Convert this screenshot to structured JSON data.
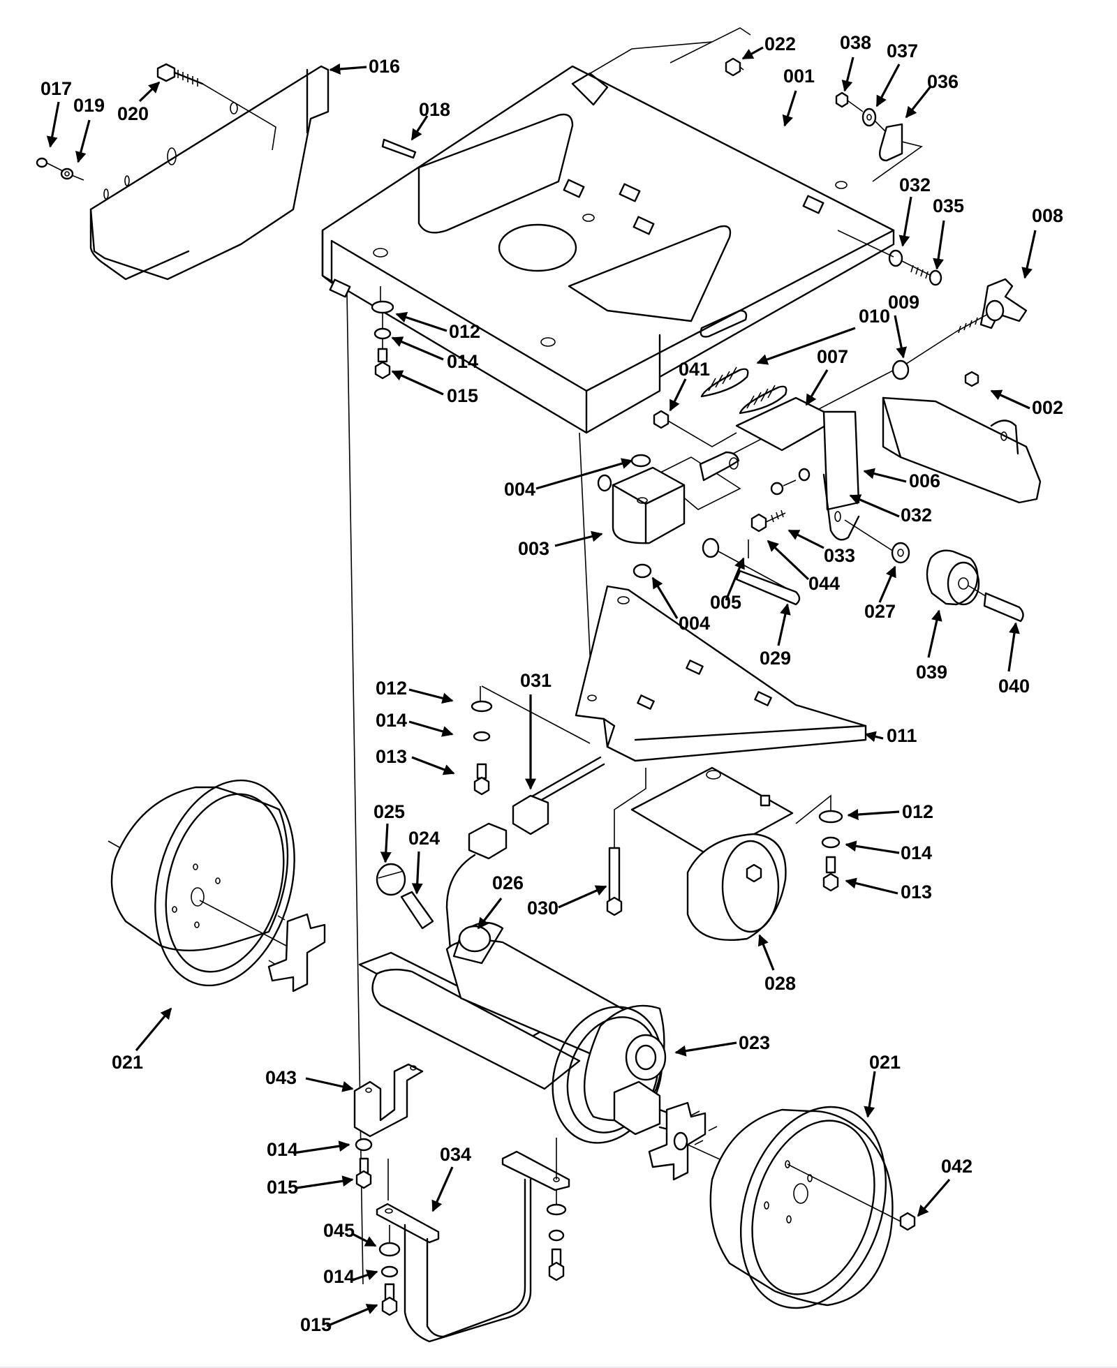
{
  "diagram": {
    "title": "Exploded parts diagram - chassis, wheels and motor assembly",
    "colors": {
      "line": "#000000",
      "background": "#ffffff"
    },
    "callouts": [
      {
        "id": "c017",
        "label": "017",
        "part": "screw"
      },
      {
        "id": "c019",
        "label": "019",
        "part": "washer"
      },
      {
        "id": "c020",
        "label": "020",
        "part": "hex-bolt"
      },
      {
        "id": "c016",
        "label": "016",
        "part": "side-guard-bracket"
      },
      {
        "id": "c018",
        "label": "018",
        "part": "pin"
      },
      {
        "id": "c022",
        "label": "022",
        "part": "hex-nut"
      },
      {
        "id": "c038",
        "label": "038",
        "part": "hex-nut"
      },
      {
        "id": "c037",
        "label": "037",
        "part": "washer"
      },
      {
        "id": "c036",
        "label": "036",
        "part": "clip"
      },
      {
        "id": "c001",
        "label": "001",
        "part": "main-chassis-plate"
      },
      {
        "id": "c032a",
        "label": "032",
        "part": "washer"
      },
      {
        "id": "c035",
        "label": "035",
        "part": "screw"
      },
      {
        "id": "c008",
        "label": "008",
        "part": "knob"
      },
      {
        "id": "c012a",
        "label": "012",
        "part": "washer"
      },
      {
        "id": "c014a",
        "label": "014",
        "part": "lock-washer"
      },
      {
        "id": "c015a",
        "label": "015",
        "part": "bolt"
      },
      {
        "id": "c010",
        "label": "010",
        "part": "spring"
      },
      {
        "id": "c009",
        "label": "009",
        "part": "bushing"
      },
      {
        "id": "c041",
        "label": "041",
        "part": "hex-nut"
      },
      {
        "id": "c007",
        "label": "007",
        "part": "spring-plate"
      },
      {
        "id": "c002",
        "label": "002",
        "part": "hex-nut"
      },
      {
        "id": "c004a",
        "label": "004",
        "part": "grommet"
      },
      {
        "id": "c006",
        "label": "006",
        "part": "handle-bracket"
      },
      {
        "id": "c032b",
        "label": "032",
        "part": "washer"
      },
      {
        "id": "c033",
        "label": "033",
        "part": "screw"
      },
      {
        "id": "c003",
        "label": "003",
        "part": "pivot-block"
      },
      {
        "id": "c044",
        "label": "044",
        "part": "hex-bolt"
      },
      {
        "id": "c005",
        "label": "005",
        "part": "cotter-pin"
      },
      {
        "id": "c004b",
        "label": "004",
        "part": "grommet"
      },
      {
        "id": "c027",
        "label": "027",
        "part": "washer"
      },
      {
        "id": "c029",
        "label": "029",
        "part": "clevis-pin"
      },
      {
        "id": "c039",
        "label": "039",
        "part": "roller"
      },
      {
        "id": "c040",
        "label": "040",
        "part": "shoulder-bolt"
      },
      {
        "id": "c012b",
        "label": "012",
        "part": "washer"
      },
      {
        "id": "c014b",
        "label": "014",
        "part": "lock-washer"
      },
      {
        "id": "c013a",
        "label": "013",
        "part": "bolt"
      },
      {
        "id": "c031",
        "label": "031",
        "part": "wire-connector"
      },
      {
        "id": "c011",
        "label": "011",
        "part": "caster-mount-bracket"
      },
      {
        "id": "c025",
        "label": "025",
        "part": "brush-cap"
      },
      {
        "id": "c024",
        "label": "024",
        "part": "carbon-brush"
      },
      {
        "id": "c026",
        "label": "026",
        "part": "cable-clamp"
      },
      {
        "id": "c030",
        "label": "030",
        "part": "lag-bolt"
      },
      {
        "id": "c012c",
        "label": "012",
        "part": "washer"
      },
      {
        "id": "c014c",
        "label": "014",
        "part": "lock-washer"
      },
      {
        "id": "c013b",
        "label": "013",
        "part": "bolt"
      },
      {
        "id": "c028",
        "label": "028",
        "part": "caster-wheel"
      },
      {
        "id": "c021a",
        "label": "021",
        "part": "wheel"
      },
      {
        "id": "c023",
        "label": "023",
        "part": "motor-gearbox"
      },
      {
        "id": "c043",
        "label": "043",
        "part": "motor-mount-bracket"
      },
      {
        "id": "c021b",
        "label": "021",
        "part": "wheel"
      },
      {
        "id": "c042",
        "label": "042",
        "part": "hex-nut"
      },
      {
        "id": "c014d",
        "label": "014",
        "part": "lock-washer"
      },
      {
        "id": "c015b",
        "label": "015",
        "part": "bolt"
      },
      {
        "id": "c034",
        "label": "034",
        "part": "motor-strap"
      },
      {
        "id": "c045",
        "label": "045",
        "part": "washer"
      },
      {
        "id": "c014e",
        "label": "014",
        "part": "lock-washer"
      },
      {
        "id": "c015c",
        "label": "015",
        "part": "bolt"
      }
    ]
  }
}
